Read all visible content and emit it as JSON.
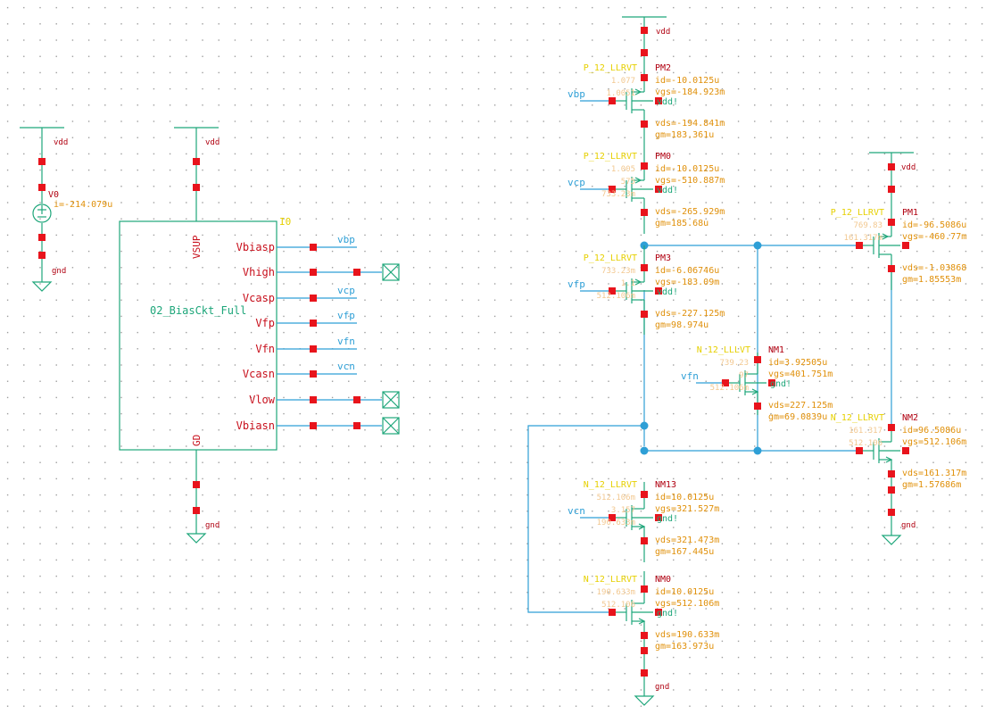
{
  "colors": {
    "wire": "#2e9fd6",
    "device": "#1ea67a",
    "pin": "#e8141c",
    "pin_label": "#c8101c",
    "param": "#e0900a",
    "param_dim": "#f2c890",
    "model": "#e6d000",
    "net_label": "#2e9fd6",
    "name": "#b00010",
    "grid": "#7a7a7a"
  },
  "supplies": {
    "vdd": "vdd",
    "gnd": "gnd"
  },
  "v0": {
    "name": "V0",
    "current": "i=-214.079u"
  },
  "bias_block": {
    "instance": "I0",
    "cell": "02_BiasCkt_Full",
    "vsup": "VSUP",
    "gd": "GD",
    "pins": [
      "Vbiasp",
      "Vhigh",
      "Vcasp",
      "Vfp",
      "Vfn",
      "Vcasn",
      "Vlow",
      "Vbiasn"
    ],
    "nets": [
      "vbp",
      "",
      "vcp",
      "vfp",
      "vfn",
      "vcn",
      "",
      ""
    ]
  },
  "transistors": {
    "PM2": {
      "name": "PM2",
      "model": "P_12_LLRVT",
      "params": [
        "id=-10.0125u",
        "vgs=-184.923m",
        "vds=-194.841m",
        "gm=183.361u"
      ],
      "gate_net": "vbp",
      "body_net": "vdd!",
      "dim": [
        "1.077",
        "1.0051"
      ]
    },
    "PM0": {
      "name": "PM0",
      "model": "P_12_LLRVT",
      "params": [
        "id=-10.0125u",
        "vgs=-510.887m",
        "vds=-265.929m",
        "gm=185.68u"
      ],
      "gate_net": "vcp",
      "body_net": "vdd!",
      "dim": [
        "1.005",
        "575",
        "733.23m"
      ]
    },
    "PM3": {
      "name": "PM3",
      "model": "P_12_LLRVT",
      "params": [
        "id=-6.06746u",
        "vgs=-183.09m",
        "vds=-227.125m",
        "gm=98.974u"
      ],
      "gate_net": "vfp",
      "body_net": "vdd!",
      "dim": [
        "733.23m",
        "1.1",
        "512.106m"
      ]
    },
    "PM1": {
      "name": "PM1",
      "model": "P_12_LLRVT",
      "params": [
        "id=-96.5086u",
        "vgs=-460.77m",
        "vds=-1.03868",
        "gm=1.85553m"
      ],
      "dim": [
        "769.83",
        "161.317m"
      ]
    },
    "NM1": {
      "name": "NM1",
      "model": "N_12_LLLVT",
      "params": [
        "id=3.92505u",
        "vgs=401.751m",
        "vds=227.125m",
        "gm=69.0839u"
      ],
      "gate_net": "vfn",
      "body_net": "gnd!",
      "dim": [
        "739.23",
        "97",
        "512.106m"
      ]
    },
    "NM2": {
      "name": "NM2",
      "model": "N_12_LLRVT",
      "params": [
        "id=96.5086u",
        "vgs=512.106m",
        "vds=161.317m",
        "gm=1.57686m"
      ],
      "dim": [
        "161.317",
        "512.106"
      ]
    },
    "NM13": {
      "name": "NM13",
      "model": "N_12_LLRVT",
      "params": [
        "id=10.0125u",
        "vgs=321.527m",
        "vds=321.473m",
        "gm=167.445u"
      ],
      "gate_net": "vcn",
      "body_net": "gnd!",
      "dim": [
        "512.106m",
        "3.157",
        "190.633m"
      ]
    },
    "NM0": {
      "name": "NM0",
      "model": "N_12_LLRVT",
      "params": [
        "id=10.0125u",
        "vgs=512.106m",
        "vds=190.633m",
        "gm=163.973u"
      ],
      "body_net": "gnd!",
      "dim": [
        "190.633m",
        "512.106"
      ]
    }
  }
}
